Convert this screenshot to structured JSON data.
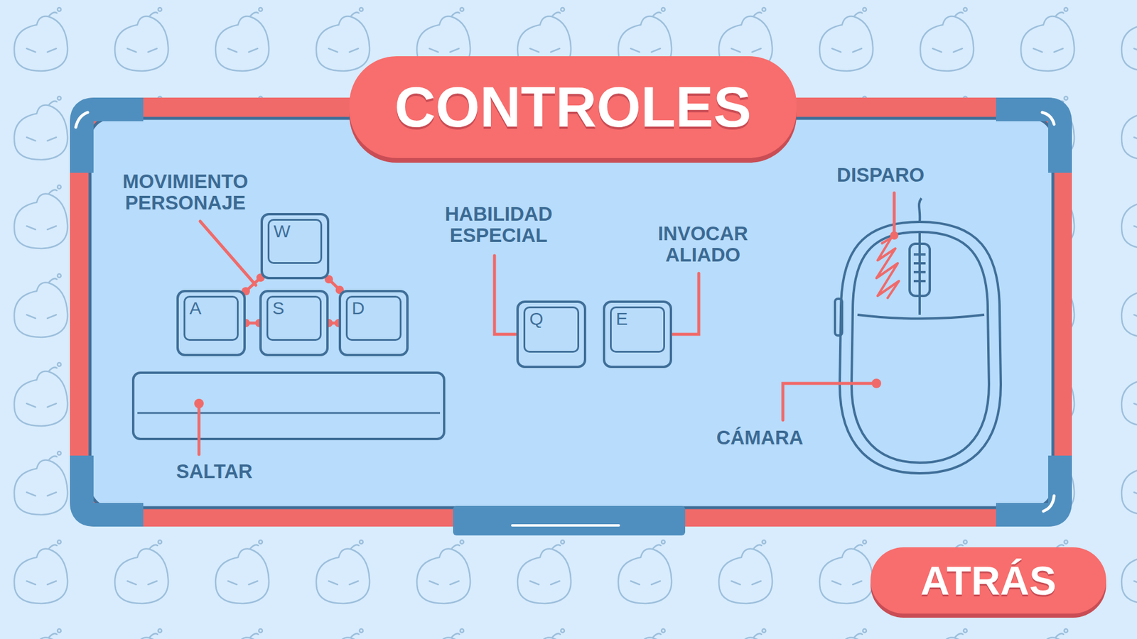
{
  "diagram": {
    "title": "CONTROLES",
    "nodes": [
      {
        "text": [
          "W"
        ]
      },
      {
        "text": [
          "A"
        ]
      },
      {
        "text": [
          "S"
        ]
      },
      {
        "text": [
          "D"
        ]
      },
      {
        "text": [
          "Q"
        ]
      },
      {
        "text": [
          "E"
        ]
      },
      {
        "text": [
          "ATRÁS"
        ]
      }
    ],
    "edges": [
      {
        "from": 1,
        "to": 0,
        "arrow": "none"
      },
      {
        "from": 0,
        "to": 3,
        "arrow": "none"
      },
      {
        "from": 1,
        "to": 2,
        "arrow": "none"
      },
      {
        "from": 2,
        "to": 3,
        "arrow": "none"
      }
    ],
    "labels": [
      "MOVIMIENTO PERSONAJE",
      "HABILIDAD ESPECIAL",
      "INVOCAR ALIADO",
      "DISPARO",
      "SALTAR",
      "CÁMARA"
    ]
  }
}
